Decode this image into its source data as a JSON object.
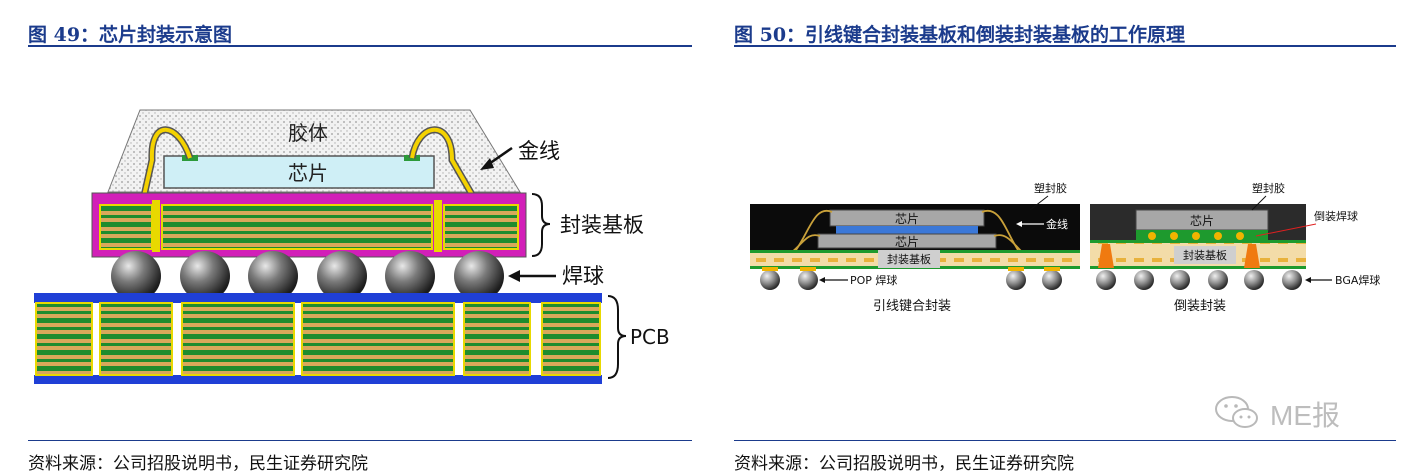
{
  "fig49": {
    "title": "图 49：芯片封装示意图",
    "labels": {
      "mold": "胶体",
      "chip": "芯片",
      "gold_wire": "金线",
      "substrate": "封装基板",
      "solder_ball": "焊球",
      "pcb": "PCB"
    },
    "source": "资料来源：公司招股说明书，民生证券研究院"
  },
  "fig50": {
    "title": "图 50：引线键合封装基板和倒装封装基板的工作原理",
    "wire_bond": {
      "mold": "塑封胶",
      "chip_top": "芯片",
      "chip_bottom": "芯片",
      "gold_wire": "金线",
      "substrate": "封装基板",
      "pop_ball": "POP 焊球",
      "caption": "引线键合封装"
    },
    "flip_chip": {
      "mold": "塑封胶",
      "chip": "芯片",
      "flip_ball": "倒装焊球",
      "substrate": "封装基板",
      "bga_ball": "BGA焊球",
      "caption": "倒装封装"
    },
    "source": "资料来源：公司招股说明书，民生证券研究院"
  },
  "watermark": {
    "text": "ME报"
  },
  "colors": {
    "accent": "#1b3b8c"
  }
}
